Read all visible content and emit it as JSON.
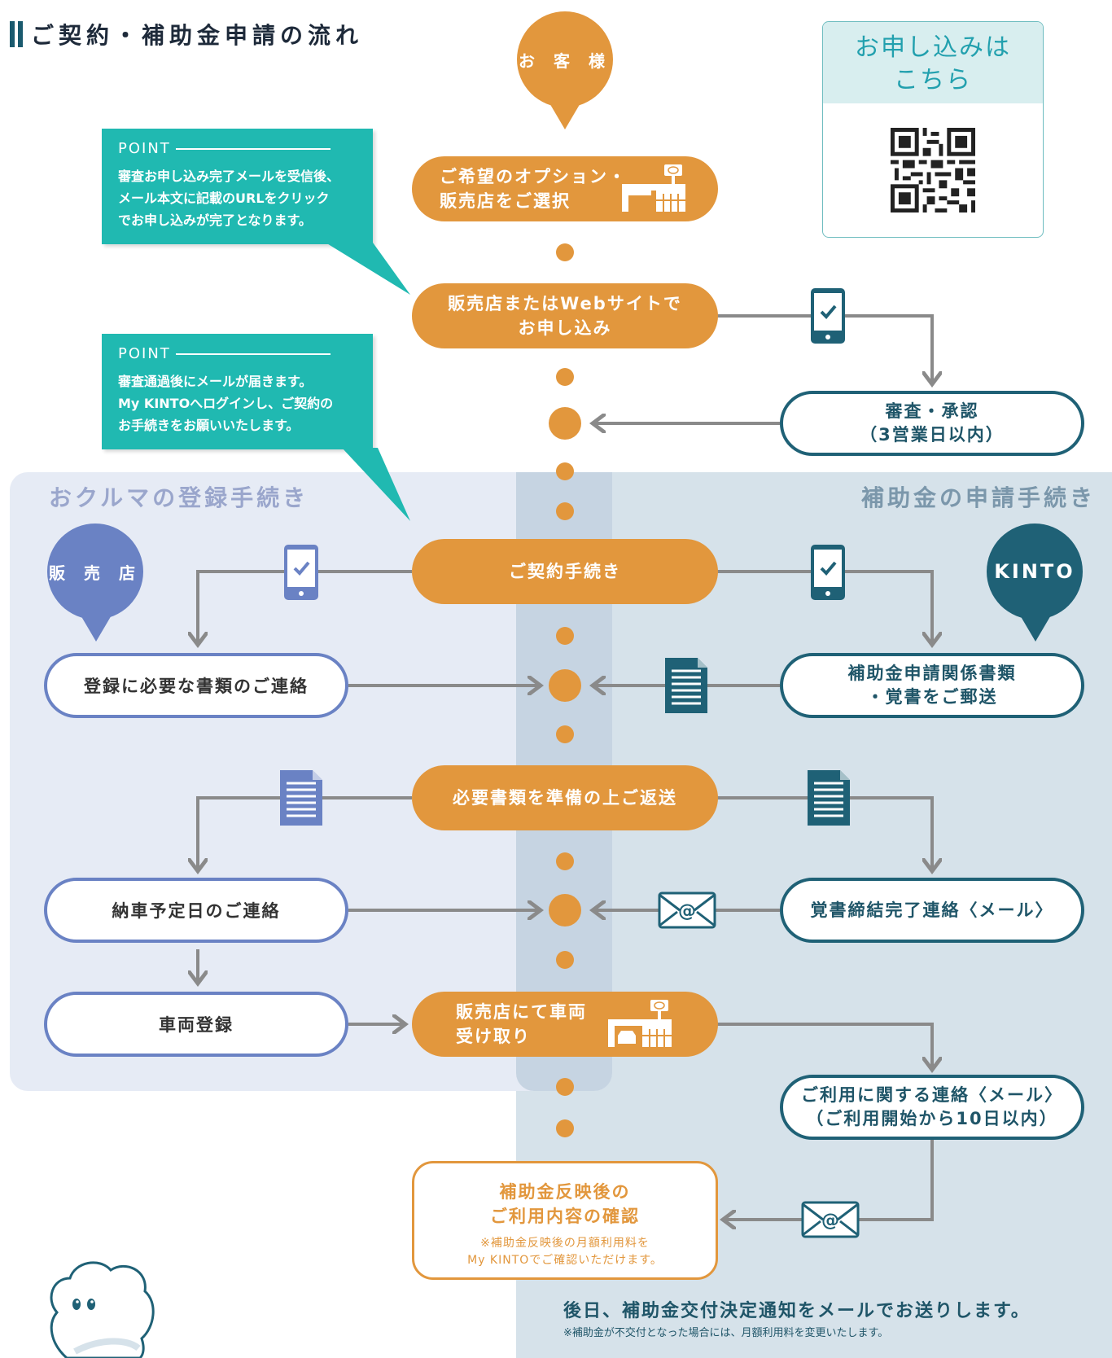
{
  "title": "ご契約・補助金申請の流れ",
  "customer_label": "お 客 様",
  "apply": {
    "line1": "お申し込みは",
    "line2": "こちら"
  },
  "section_left": "おクルマの登録手続き",
  "section_right": "補助金の申請手続き",
  "dealer_label": "販 売 店",
  "kinto_logo": "KINTO",
  "points": [
    {
      "head": "POINT",
      "lines": [
        "審査お申し込み完了メールを受信後、",
        "メール本文に記載のURLをクリック",
        "でお申し込みが完了となります。"
      ]
    },
    {
      "head": "POINT",
      "lines": [
        "審査通過後にメールが届きます。",
        "My KINTOへログインし、ご契約の",
        "お手続きをお願いいたします。"
      ]
    }
  ],
  "center_steps": {
    "select": [
      "ご希望のオプション・",
      "販売店をご選択"
    ],
    "apply": [
      "販売店またはWebサイトで",
      "お申し込み"
    ],
    "contract": "ご契約手続き",
    "return_docs": "必要書類を準備の上ご返送",
    "pickup": [
      "販売店にて車両",
      "受け取り"
    ],
    "confirm": [
      "補助金反映後の",
      "ご利用内容の確認"
    ],
    "confirm_note": [
      "※補助金反映後の月額利用料を",
      "My KINTOでご確認いただけます。"
    ]
  },
  "left_steps": {
    "docs_contact": "登録に必要な書類のご連絡",
    "delivery_contact": "納車予定日のご連絡",
    "registration": "車両登録"
  },
  "right_steps": {
    "review": [
      "審査・承認",
      "（3営業日以内）"
    ],
    "subsidy_docs": [
      "補助金申請関係書類",
      "・覚書をご郵送"
    ],
    "memo_complete": "覚書締結完了連絡〈メール〉",
    "usage_contact": [
      "ご利用に関する連絡〈メール〉",
      "（ご利用開始から10日以内）"
    ]
  },
  "footer": {
    "main": "後日、補助金交付決定通知をメールでお送りします。",
    "note": "※補助金が不交付となった場合には、月額利用料を変更いたします。"
  },
  "colors": {
    "orange": "#e2973d",
    "teal_point": "#20b9b1",
    "dark_teal": "#1f6176",
    "blue": "#6a82c4"
  }
}
